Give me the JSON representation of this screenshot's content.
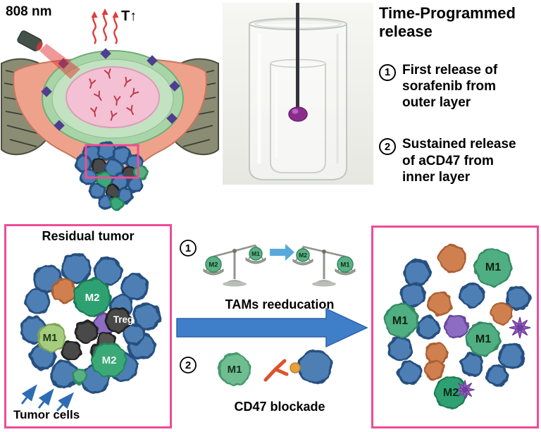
{
  "colors": {
    "box_border": "#ee4c96",
    "big_arrow_blue": "#3f7fca",
    "laser_red": "#e23a3a",
    "m1_green": "#6fbd92",
    "m2_green": "#2fa173",
    "tumor_cell_blue": "#4d7fb5",
    "treg_dark": "#4a4a48",
    "antibody_orange": "#d9542e"
  },
  "illustration": {
    "laser_label": "808 nm",
    "temperature_label": "T↑"
  },
  "release_panel": {
    "title_line1": "Time-Programmed",
    "title_line2": "release",
    "step1_number": "1",
    "step1_text": "First release of sorafenib from outer layer",
    "step2_number": "2",
    "step2_text": "Sustained release of aCD47 from inner layer"
  },
  "residual_tumor": {
    "title": "Residual tumor",
    "m2_top_label": "M2",
    "treg_label": "Treg",
    "m1_label": "M1",
    "m2_bottom_label": "M2",
    "tumor_cells_label": "Tumor cells"
  },
  "mechanism": {
    "step1_number": "1",
    "balance1_left_label": "M2",
    "balance1_right_label": "M1",
    "balance2_left_label": "M2",
    "balance2_right_label": "M1",
    "tams_label": "TAMs reeducation",
    "step2_number": "2",
    "m1_cell_label": "M1",
    "cd47_label": "CD47 blockade"
  },
  "treated_tumor": {
    "m1_top_label": "M1",
    "m1_left_label": "M1",
    "m1_right_label": "M1",
    "m2_label": "M2"
  }
}
